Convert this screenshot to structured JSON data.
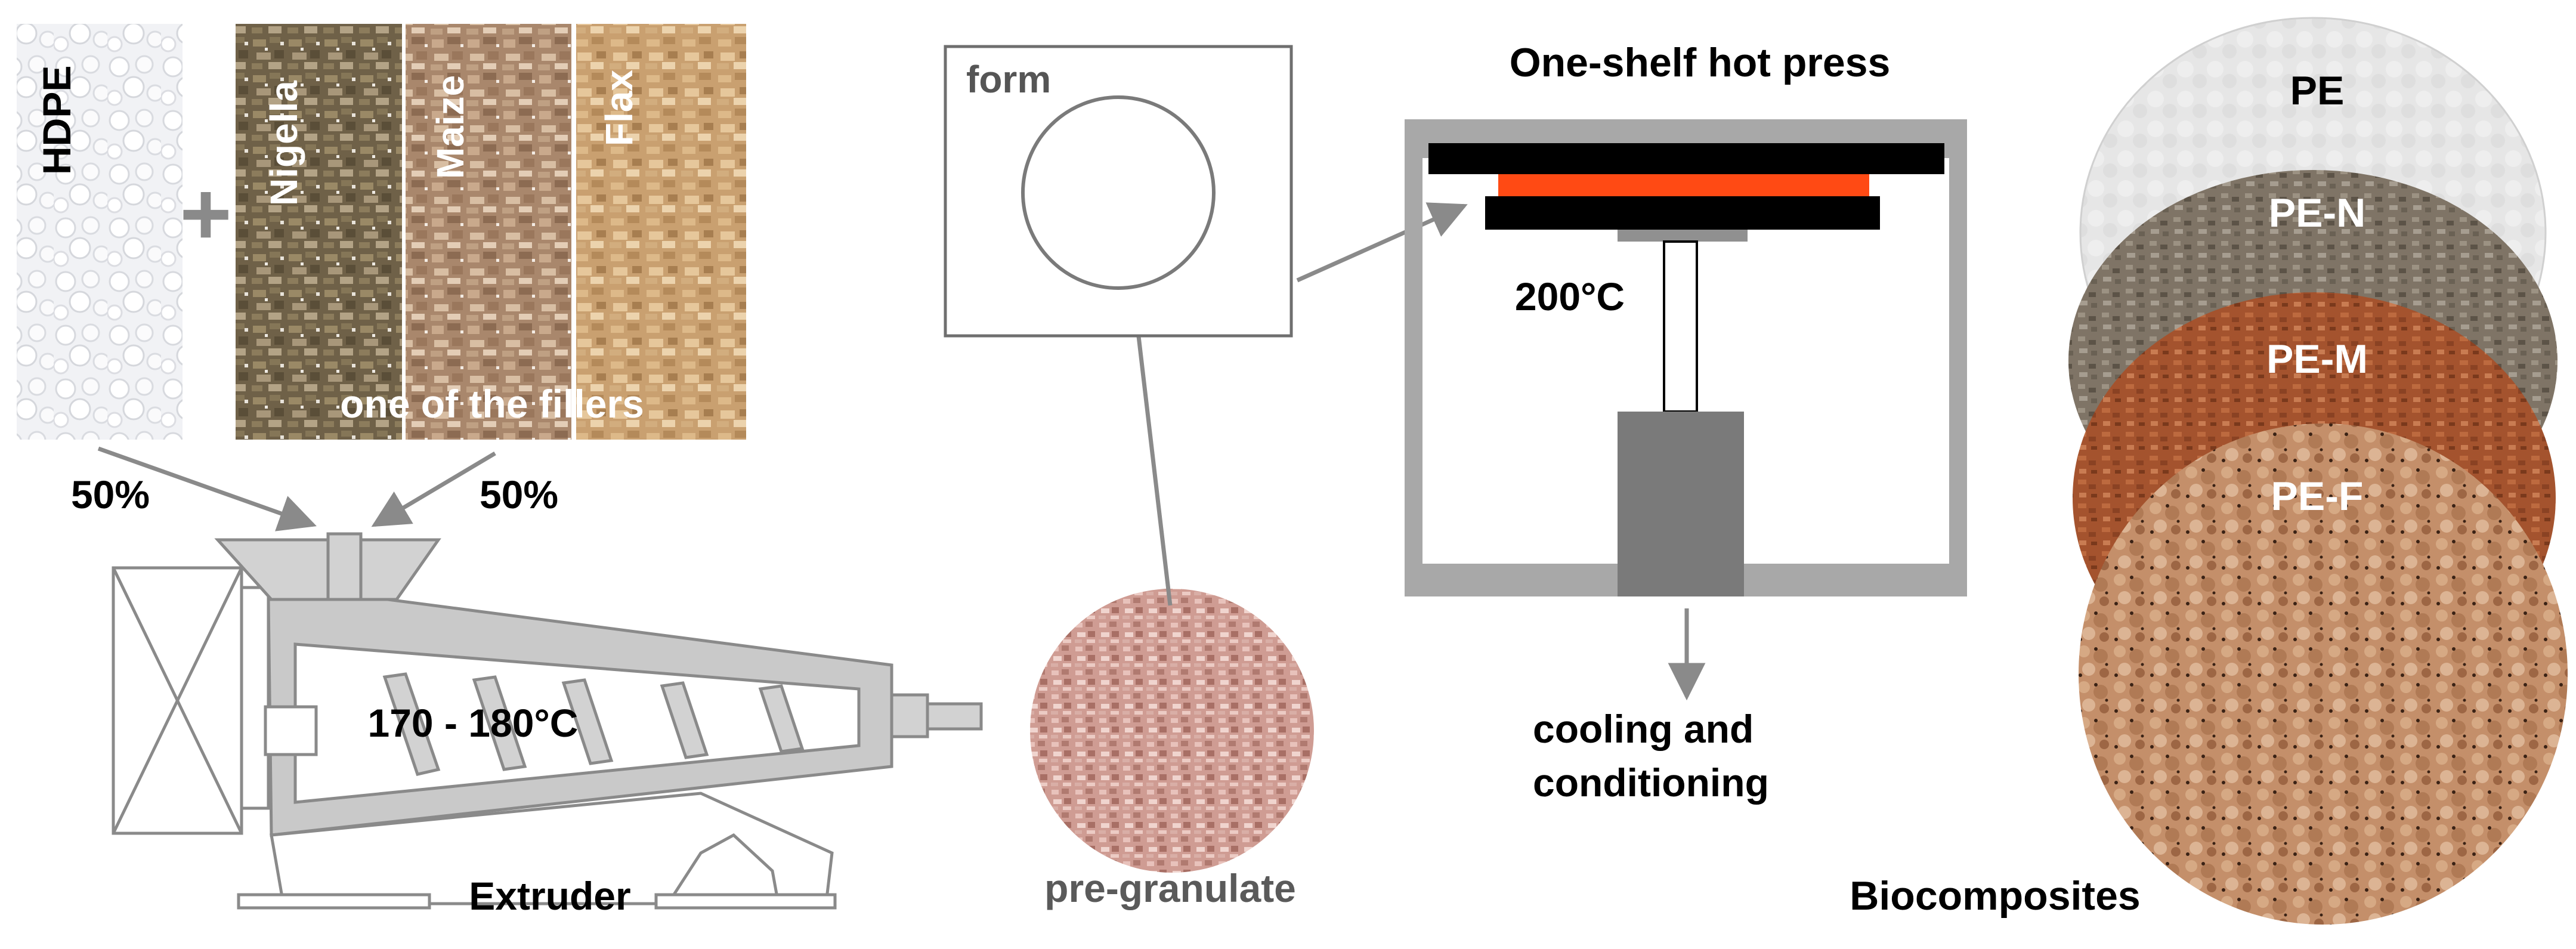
{
  "materials": {
    "hdpe_label": "HDPE",
    "plus_sign": "+",
    "fillers": [
      "Nigella",
      "Maize",
      "Flax"
    ],
    "fillers_caption": "one of the fillers",
    "ratio_left": "50%",
    "ratio_right": "50%"
  },
  "extruder": {
    "temperature": "170 - 180°C",
    "label": "Extruder"
  },
  "pregranulate": {
    "label": "pre-granulate"
  },
  "form": {
    "label": "form"
  },
  "hot_press": {
    "title": "One-shelf hot press",
    "temperature": "200°C",
    "output_label_line1": "cooling and",
    "output_label_line2": "conditioning"
  },
  "biocomposites": {
    "label": "Biocomposites",
    "samples": [
      "PE",
      "PE-N",
      "PE-M",
      "PE-F"
    ]
  },
  "colors": {
    "diagram_gray": "#8a8a8a",
    "light_gray": "#c8c8c8",
    "heater_orange": "#ff4a14",
    "press_plate": "#000000"
  }
}
